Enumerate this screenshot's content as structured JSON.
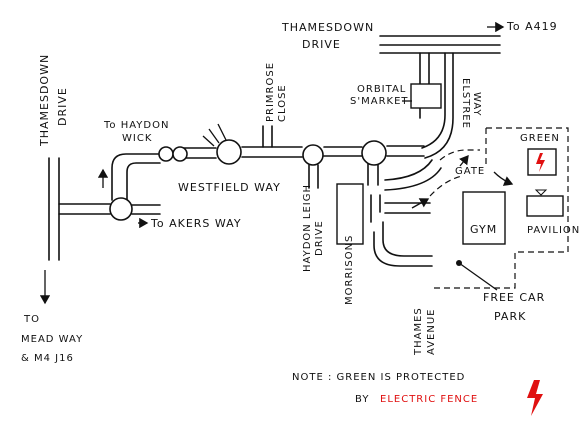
{
  "labels": {
    "thamesdown_top": [
      "THAMESDOWN",
      "DRIVE"
    ],
    "to_a419": "To A419",
    "thamesdown_left": [
      "THAMESDOWN",
      "DRIVE"
    ],
    "to_haydon_wick": [
      "To HAYDON",
      "WICK"
    ],
    "primrose_close": [
      "PRIMROSE",
      "CLOSE"
    ],
    "orbital_smarket": [
      "ORBITAL",
      "S'MARKET"
    ],
    "elstree_way": [
      "ELSTREE",
      "WAY"
    ],
    "westfield_way": "WESTFIELD WAY",
    "to_akers_way": "To AKERS WAY",
    "haydon_leigh_drive": [
      "HAYDON LEIGH",
      "DRIVE"
    ],
    "morrisons": "MORRISONS",
    "thames_avenue": [
      "THAMES",
      "AVENUE"
    ],
    "gate": "GATE",
    "green": "GREEN",
    "gym": "GYM",
    "pavilion": "PAVILION",
    "free_car_park": [
      "FREE CAR",
      "PARK"
    ],
    "to_mead_way": [
      "TO",
      "MEAD WAY",
      "& M4 J16"
    ]
  },
  "note": {
    "prefix": "NOTE : GREEN IS PROTECTED",
    "by": "BY",
    "highlight": "ELECTRIC FENCE"
  },
  "colors": {
    "ink": "#111111",
    "electric": "#e01010"
  },
  "icons": [
    "lightning-bolt-icon",
    "direction-arrow-icon"
  ]
}
